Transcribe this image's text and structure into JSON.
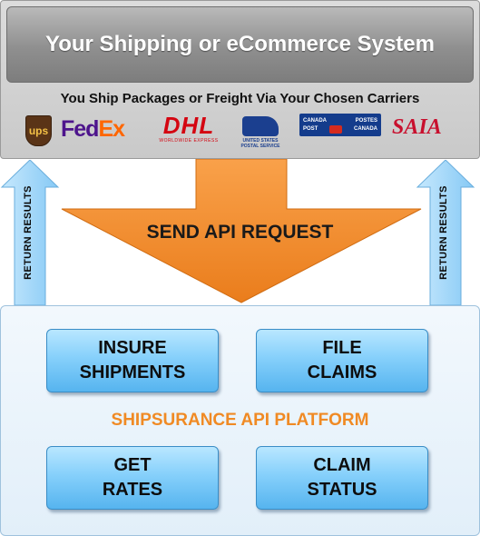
{
  "system": {
    "title": "Your Shipping or eCommerce System",
    "carrier_line": "You Ship Packages or Freight Via Your Chosen Carriers"
  },
  "carriers": {
    "ups": "ups",
    "fedex_fed": "Fed",
    "fedex_ex": "Ex",
    "dhl": "DHL",
    "dhl_sub": "WORLDWIDE EXPRESS",
    "usps_line1": "UNITED STATES",
    "usps_line2": "POSTAL SERVICE",
    "canada_post_left1": "CANADA",
    "canada_post_left2": "POST",
    "canada_post_right1": "POSTES",
    "canada_post_right2": "CANADA",
    "saia": "SAIA"
  },
  "flow": {
    "send_request": "SEND API REQUEST",
    "return_left": "RETURN RESULTS",
    "return_right": "RETURN RESULTS"
  },
  "platform": {
    "label": "SHIPSURANCE API PLATFORM",
    "actions": [
      {
        "line1": "INSURE",
        "line2": "SHIPMENTS"
      },
      {
        "line1": "FILE",
        "line2": "CLAIMS"
      },
      {
        "line1": "GET",
        "line2": "RATES"
      },
      {
        "line1": "CLAIM",
        "line2": "STATUS"
      }
    ]
  },
  "colors": {
    "send_arrow": "#f28b2a",
    "return_arrow": "#9fd6fb",
    "platform_label": "#f08a24",
    "action_button": "#86d0fb"
  }
}
